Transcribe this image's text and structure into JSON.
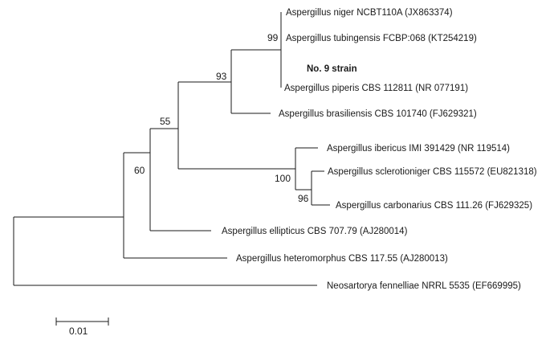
{
  "tree": {
    "taxa": [
      {
        "id": "t1",
        "label": "Aspergillus niger NCBT110A (JX863374)"
      },
      {
        "id": "t2",
        "label": "Aspergillus tubingensis FCBP:068 (KT254219)"
      },
      {
        "id": "t3",
        "label": "No. 9 strain"
      },
      {
        "id": "t4",
        "label": "Aspergillus piperis CBS 112811 (NR 077191)"
      },
      {
        "id": "t5",
        "label": "Aspergillus brasiliensis CBS 101740 (FJ629321)"
      },
      {
        "id": "t6",
        "label": "Aspergillus ibericus IMI 391429 (NR 119514)"
      },
      {
        "id": "t7",
        "label": "Aspergillus sclerotioniger CBS 115572 (EU821318)"
      },
      {
        "id": "t8",
        "label": "Aspergillus carbonarius CBS 111.26 (FJ629325)"
      },
      {
        "id": "t9",
        "label": "Aspergillus ellipticus CBS 707.79 (AJ280014)"
      },
      {
        "id": "t10",
        "label": "Aspergillus heteromorphus CBS 117.55 (AJ280013)"
      },
      {
        "id": "t11",
        "label": "Neosartorya fennelliae NRRL 5535 (EF669995)"
      }
    ],
    "bootstrap": [
      {
        "id": "b99",
        "value": "99"
      },
      {
        "id": "b93",
        "value": "93"
      },
      {
        "id": "b55",
        "value": "55"
      },
      {
        "id": "b100",
        "value": "100"
      },
      {
        "id": "b96",
        "value": "96"
      },
      {
        "id": "b60",
        "value": "60"
      }
    ],
    "scale_bar": {
      "label": "0.01"
    }
  }
}
